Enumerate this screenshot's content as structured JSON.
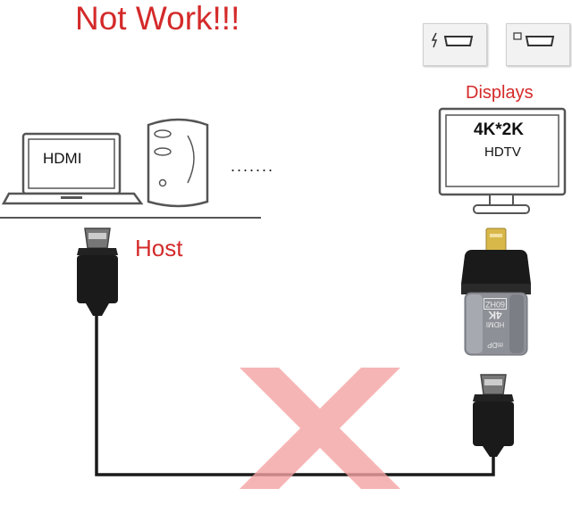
{
  "title": "Not Work!!!",
  "displays_label": "Displays",
  "host_label": "Host",
  "laptop_screen_text": "HDMI",
  "more_devices": ".......",
  "monitor": {
    "resolution": "4K*2K",
    "type": "HDTV"
  },
  "adapter": {
    "label_lines": [
      "mDP",
      "HDMI",
      "4K",
      "60HZ"
    ]
  },
  "colors": {
    "accent_red": "#d42a2a",
    "cross_pink": "#f4a3a3",
    "adapter_gray": "#8d9097",
    "cable_black": "#1a1a1a"
  },
  "icons": [
    "thunderbolt-port-icon",
    "mini-displayport-icon",
    "laptop-icon",
    "desktop-tower-icon",
    "monitor-icon",
    "hdmi-plug-icon",
    "adapter-icon",
    "cross-mark-icon"
  ]
}
